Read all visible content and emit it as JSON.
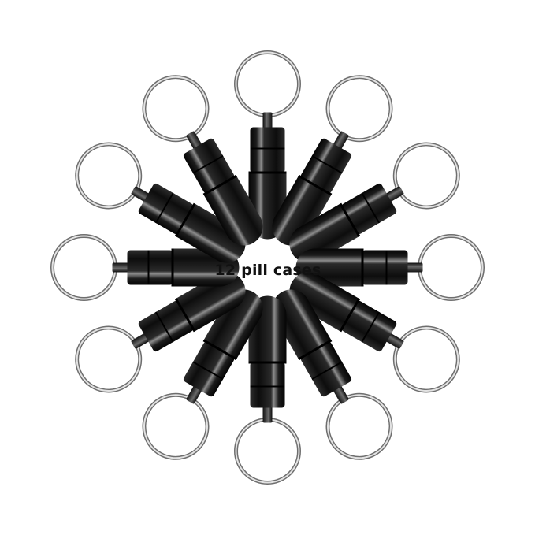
{
  "caption": "12 pill cases",
  "colors": {
    "background": "#ffffff",
    "case_body": "#141414",
    "case_highlight": "#9a9a9a",
    "ring_metal": "#c9c9c9"
  },
  "items": {
    "pill_case_count": 12,
    "icon": "keychain-pill-case"
  }
}
